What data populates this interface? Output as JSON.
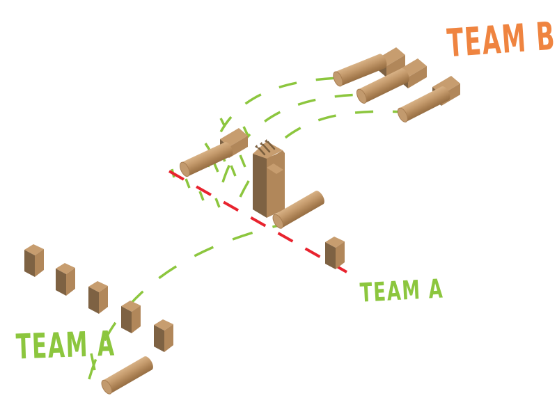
{
  "labels": {
    "team_b": "TEAM B",
    "team_a_field": "TEAM A",
    "team_a_baseline": "TEAM A"
  },
  "colors": {
    "team_a_green": "#8cc63e",
    "team_b_orange": "#ef8440",
    "throw_line_red": "#e8232e",
    "wood_light": "#c79d6f",
    "wood_mid": "#b1875a",
    "wood_dark": "#7e6243"
  },
  "pieces": {
    "king_count": 1,
    "team_a_baseline_kubbs": 5,
    "team_a_field_kubbs": 1,
    "team_b_fallen_kubbs": 4,
    "batons": 6
  },
  "throw_paths": {
    "green_dashed_arcs": 4,
    "red_dashed_lines": 1
  }
}
